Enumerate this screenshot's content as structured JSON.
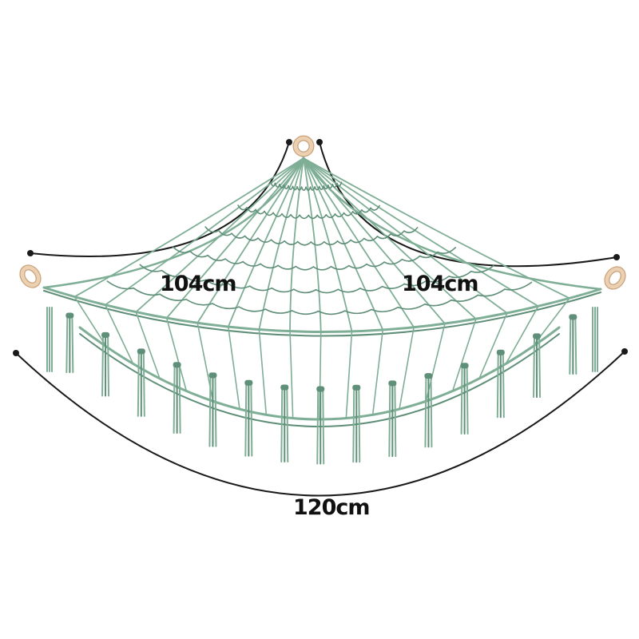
{
  "dimensions": {
    "left_side": "104cm",
    "right_side": "104cm",
    "width": "120cm"
  },
  "colors": {
    "rope": "#7fae96",
    "rope_dark": "#5f8f78",
    "ring": "#e9c9a8",
    "ring_edge": "#c9a27c",
    "measure_line": "#1a1a1a"
  },
  "image": {
    "subject": "macrame-net-hammock-icon",
    "fringe_tassels": 15
  }
}
